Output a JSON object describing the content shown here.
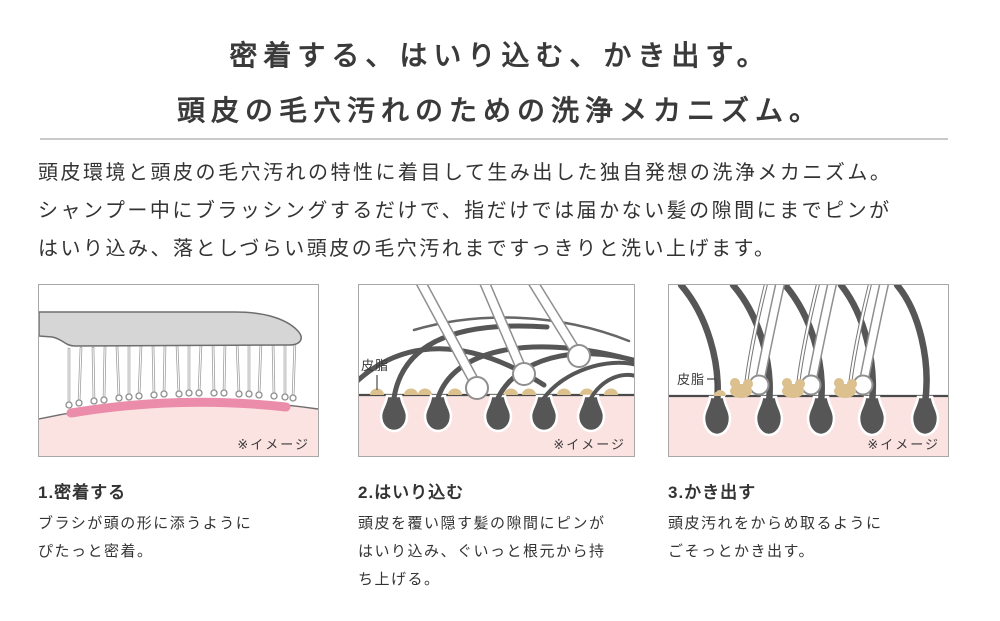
{
  "header": {
    "title_line1": "密着する、はいり込む、かき出す。",
    "title_line2": "頭皮の毛穴汚れのための洗浄メカニズム。"
  },
  "intro": {
    "lines": [
      "頭皮環境と頭皮の毛穴汚れの特性に着目して生み出した独自発想の洗浄メカニズム。",
      "シャンプー中にブラッシングするだけで、指だけでは届かない髪の隙間にまでピンが",
      "はいり込み、落としづらい頭皮の毛穴汚れまですっきりと洗い上げます。"
    ]
  },
  "steps": [
    {
      "heading": "1.密着する",
      "body_lines": [
        "ブラシが頭の形に添うように",
        "ぴたっと密着。"
      ],
      "image_note": "※イメージ"
    },
    {
      "heading": "2.はいり込む",
      "body_lines": [
        "頭皮を覆い隠す髪の隙間にピンが",
        "はいり込み、ぐいっと根元から持",
        "ち上げる。"
      ],
      "sebum_label": "皮脂",
      "image_note": "※イメージ"
    },
    {
      "heading": "3.かき出す",
      "body_lines": [
        "頭皮汚れをからめ取るように",
        "ごそっとかき出す。"
      ],
      "sebum_label": "皮脂",
      "image_note": "※イメージ"
    }
  ],
  "colors": {
    "text": "#3a3a3a",
    "divider": "#c9c9c9",
    "panel_border": "#a8a8a8",
    "skin_pink": "#fbe3e2",
    "contact_band_pink": "#ec8cab",
    "hair_gray": "#565656",
    "sebum_tan": "#dcc08e",
    "brush_handle_gray": "#d6d6d7",
    "pin_outline_gray": "#8f8f8f"
  }
}
